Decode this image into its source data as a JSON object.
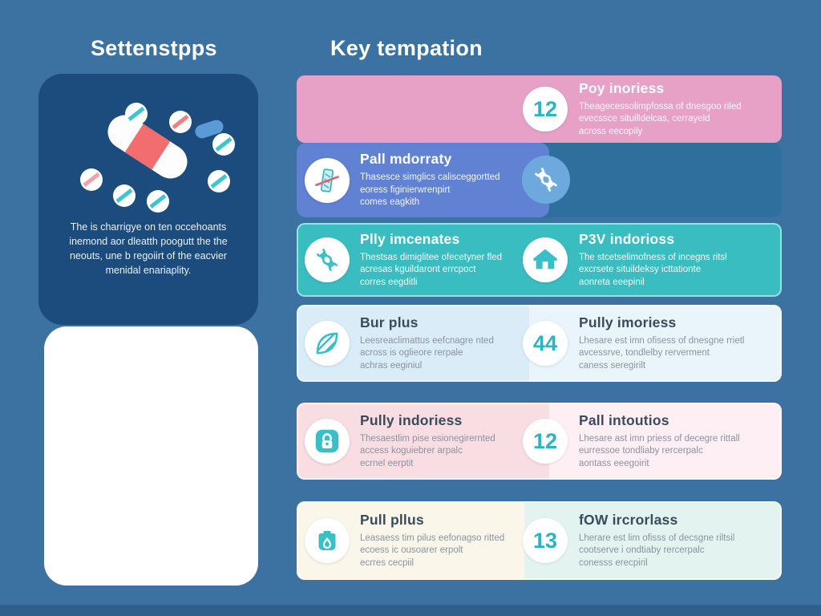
{
  "header": {
    "left_title": "Settenstpps",
    "right_title": "Key tempation"
  },
  "left_panel": {
    "card_color": "#1c4b7d",
    "illustration": "pills-illustration",
    "paragraph": "The is charrigye on ten occehoants inemond aor dleatth poogutt the the neouts, une b regoiirt of the eacvier menidal enariaplity."
  },
  "accent": {
    "number_color": "#2ab4c6",
    "icon_teal": "#38bfc7",
    "background": "#3b72a2"
  },
  "rows": [
    {
      "bg": "#e7a1c7",
      "right": {
        "number": "12",
        "title": "Poy inoriess",
        "body": [
          "Theagecessolimpfossa of dnesgoo riled",
          "evecssce situilldelcas, cerrayeld",
          "across eecopily"
        ]
      }
    },
    {
      "bg_left": "#6181d3",
      "bg_right": "#2e6f9e",
      "dna_circle_color": "#6ea9dd",
      "right_icon": "dna-icon",
      "left": {
        "icon": "crossed-pill-icon",
        "title": "Pall mdorraty",
        "body": [
          "Thasesce simglics calisceggortted",
          "eoress figinierwrenpirt",
          "comes eagkith"
        ]
      }
    },
    {
      "bg": "#3abdc0",
      "left": {
        "icon": "dna-icon",
        "title": "Plly imcenates",
        "body": [
          "Thestsas dimiglitee ofecetyner fled",
          "acresas kguildaront errcpoct",
          "corres eegditli"
        ]
      },
      "right": {
        "icon": "house-icon",
        "title": "P3V indorioss",
        "body": [
          "The stcetselimofness of incegns ritsl",
          "excrsete situildeksy icttationte",
          "aonreta eeepinil"
        ]
      }
    },
    {
      "bg_left": "#d9ecf8",
      "bg_right": "#e9f4fb",
      "left": {
        "icon": "leaf-icon",
        "title": "Bur plus",
        "body": [
          "Leesreaclimattus eefcnagre nted",
          "across is oglieore rerpale",
          "achras eeginiul"
        ]
      },
      "right": {
        "number": "44",
        "title": "Pully imoriess",
        "body": [
          "Lhesare est imn ofisess of dnesgne rrietl",
          "avcessrve, tondlelby rerverment",
          "caness seregirilt"
        ]
      }
    },
    {
      "bg_left": "#f8dde2",
      "bg_right": "#fdeff4",
      "left": {
        "icon": "lock-icon",
        "title": "Pully indoriess",
        "body": [
          "Thesaestlim pise esionegirernted",
          "access koguiebrer arpalc",
          "ecrnel eerptit"
        ]
      },
      "right": {
        "number": "12",
        "title": "Pall intoutios",
        "body": [
          "Lhesare ast imn priess of decegre rittall",
          "eurressoe tondliaby rercerpalc",
          "aontass eeegoirit"
        ]
      }
    },
    {
      "bg_left": "#faf7ea",
      "bg_right": "#e3f4f0",
      "left": {
        "icon": "jar-icon",
        "title": "Pull pllus",
        "body": [
          "Leasaess tim pilus eefonagso ritted",
          "ecoess ic ousoarer erpolt",
          "ecrres cecpiil"
        ]
      },
      "right": {
        "number": "13",
        "title": "fOW ircrorlass",
        "body": [
          "Lherare est lim ofisss of decsgne riltsil",
          "cootserve i ondtiaby rercerpalc",
          "conesss erecpiril"
        ]
      }
    }
  ]
}
